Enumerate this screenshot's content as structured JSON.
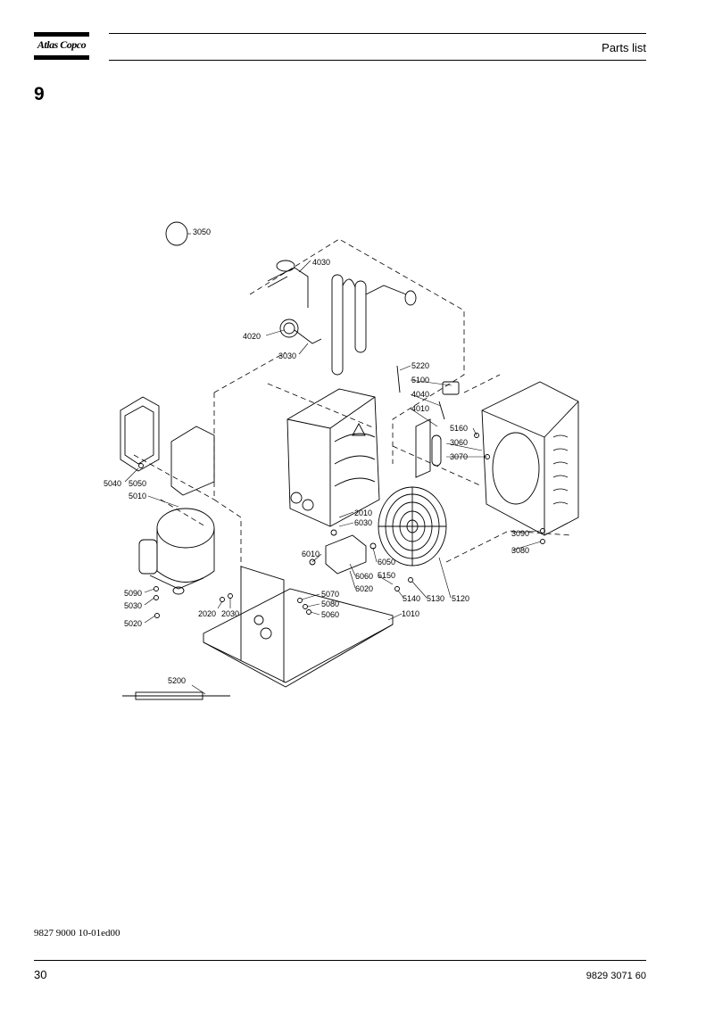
{
  "header": {
    "brand": "Atlas Copco",
    "title": "Parts list"
  },
  "section": {
    "number": "9"
  },
  "callouts": [
    "3050",
    "4030",
    "4020",
    "3030",
    "5220",
    "5100",
    "4040",
    "4010",
    "5160",
    "3060",
    "3070",
    "5040",
    "5050",
    "5010",
    "2010",
    "6030",
    "6010",
    "6050",
    "6060",
    "6020",
    "5150",
    "3090",
    "3080",
    "5090",
    "5030",
    "5020",
    "2020",
    "2030",
    "5070",
    "5080",
    "5060",
    "1010",
    "5140",
    "5130",
    "5120",
    "5200"
  ],
  "footer": {
    "doc_code": "9827 9000 10-01ed00",
    "page": "30",
    "part_number": "9829 3071 60"
  }
}
